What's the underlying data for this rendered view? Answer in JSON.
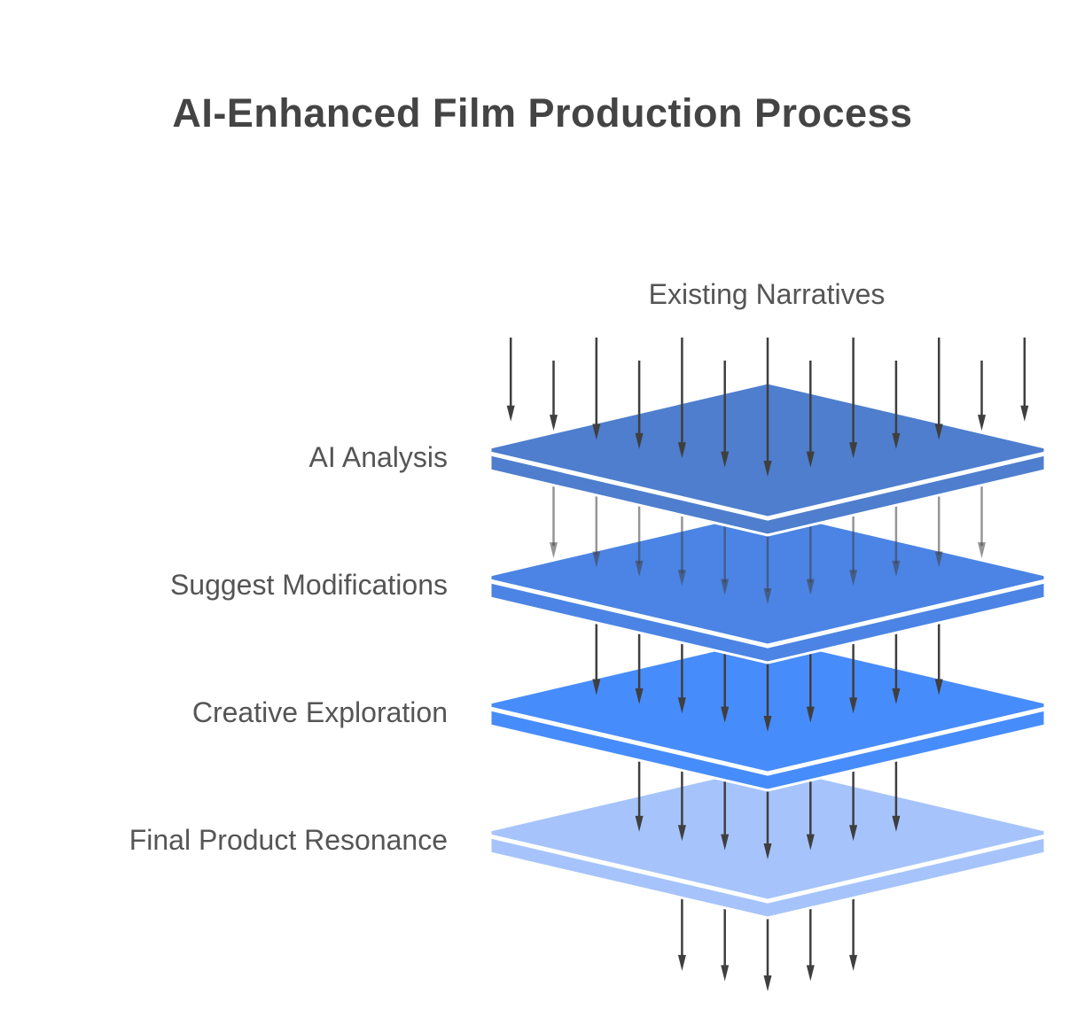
{
  "title": "AI-Enhanced Film Production Process",
  "input_label": "Existing Narratives",
  "layers": [
    {
      "label": "AI Analysis",
      "color": "#4e7ecd"
    },
    {
      "label": "Suggest Modifications",
      "color": "#4b84e4"
    },
    {
      "label": "Creative Exploration",
      "color": "#478cfb"
    },
    {
      "label": "Final Product Resonance",
      "color": "#a6c4fb"
    }
  ],
  "arrows": {
    "input_count": 13,
    "between_counts": [
      11,
      9,
      7
    ],
    "output_count": 5
  },
  "colors": {
    "background": "#ffffff",
    "title_text": "#444444",
    "label_text": "#555555",
    "arrow": "#3f3f3f",
    "arrow_faded": "rgba(63,63,63,0.55)",
    "layer_separator": "#ffffff"
  }
}
